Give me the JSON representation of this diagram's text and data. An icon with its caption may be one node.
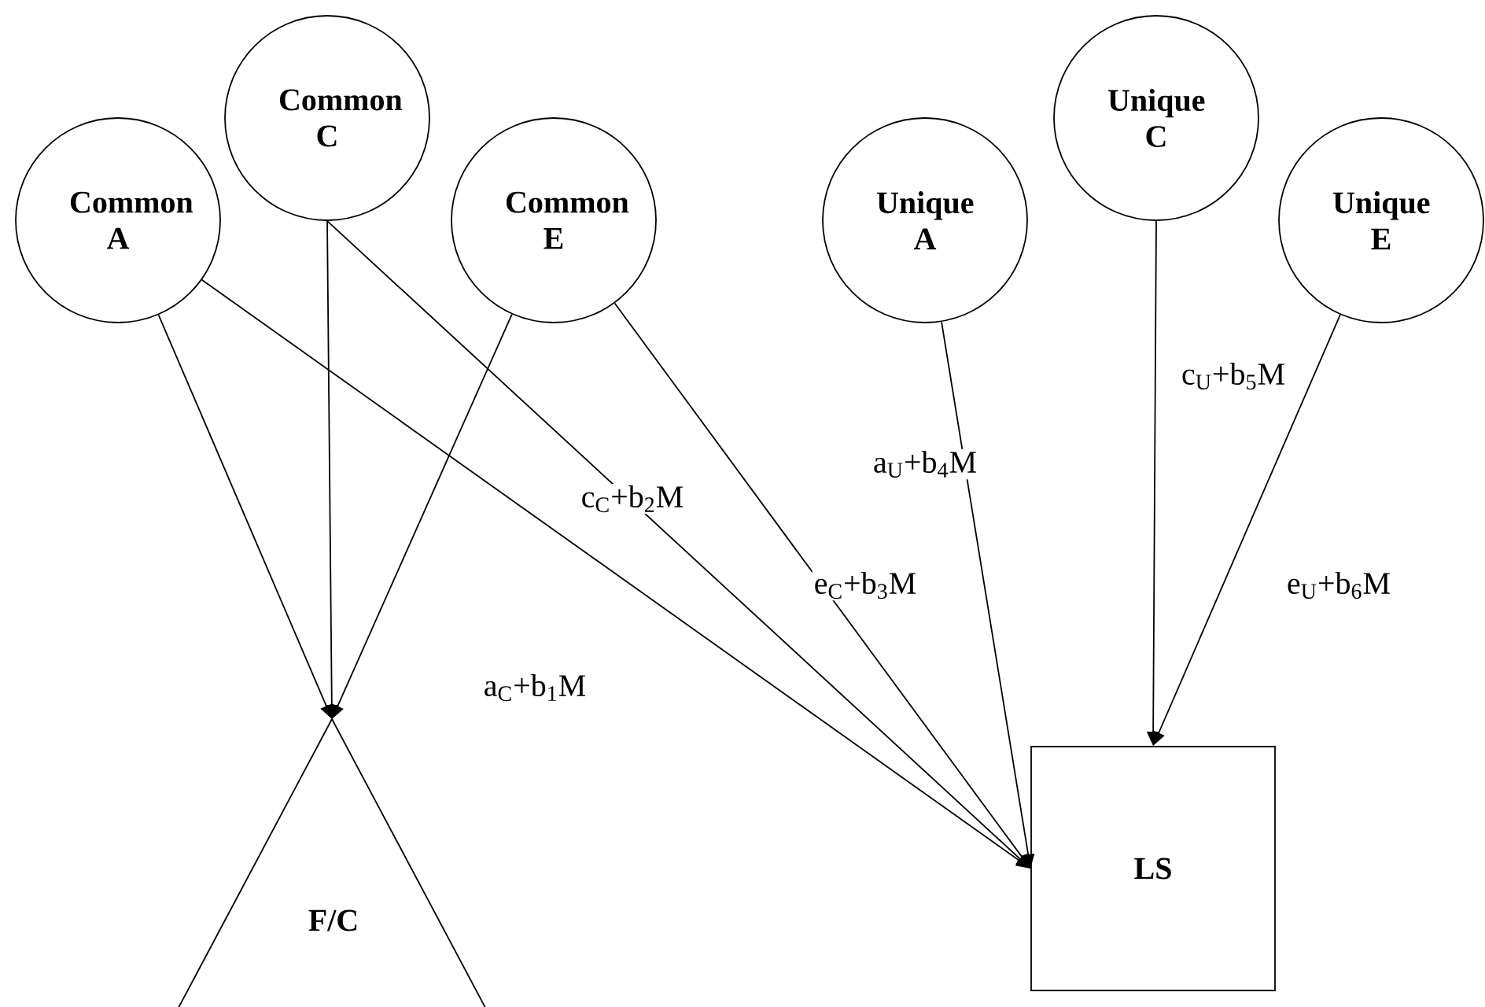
{
  "diagram": {
    "nodes": [
      {
        "text": [
          "Common A"
        ]
      },
      {
        "text": [
          "Common C"
        ]
      },
      {
        "text": [
          "Common E"
        ]
      },
      {
        "text": [
          "Unique A"
        ]
      },
      {
        "text": [
          "Unique C"
        ]
      },
      {
        "text": [
          "Unique E"
        ]
      },
      {
        "text": [
          "F/C"
        ]
      },
      {
        "text": [
          "LS"
        ]
      }
    ],
    "edges": [
      {
        "from": 0,
        "to": 6,
        "arrow": "to"
      },
      {
        "from": 1,
        "to": 6,
        "arrow": "to"
      },
      {
        "from": 2,
        "to": 6,
        "arrow": "to"
      },
      {
        "from": 0,
        "to": 7,
        "arrow": "to",
        "label": "a$_{C}$+b$_{1}$M"
      },
      {
        "from": 1,
        "to": 7,
        "arrow": "to",
        "label": "c$_{C}$+b$_{2}$M"
      },
      {
        "from": 2,
        "to": 7,
        "arrow": "to",
        "label": "e$_{C}$+b$_{3}$M"
      },
      {
        "from": 3,
        "to": 7,
        "arrow": "to",
        "label": "a$_{U}$+b$_{4}$M"
      },
      {
        "from": 4,
        "to": 7,
        "arrow": "to",
        "label": "c$_{U}$+b$_{5}$M"
      },
      {
        "from": 5,
        "to": 7,
        "arrow": "to",
        "label": "e$_{U}$+b$_{6}$M"
      }
    ]
  }
}
